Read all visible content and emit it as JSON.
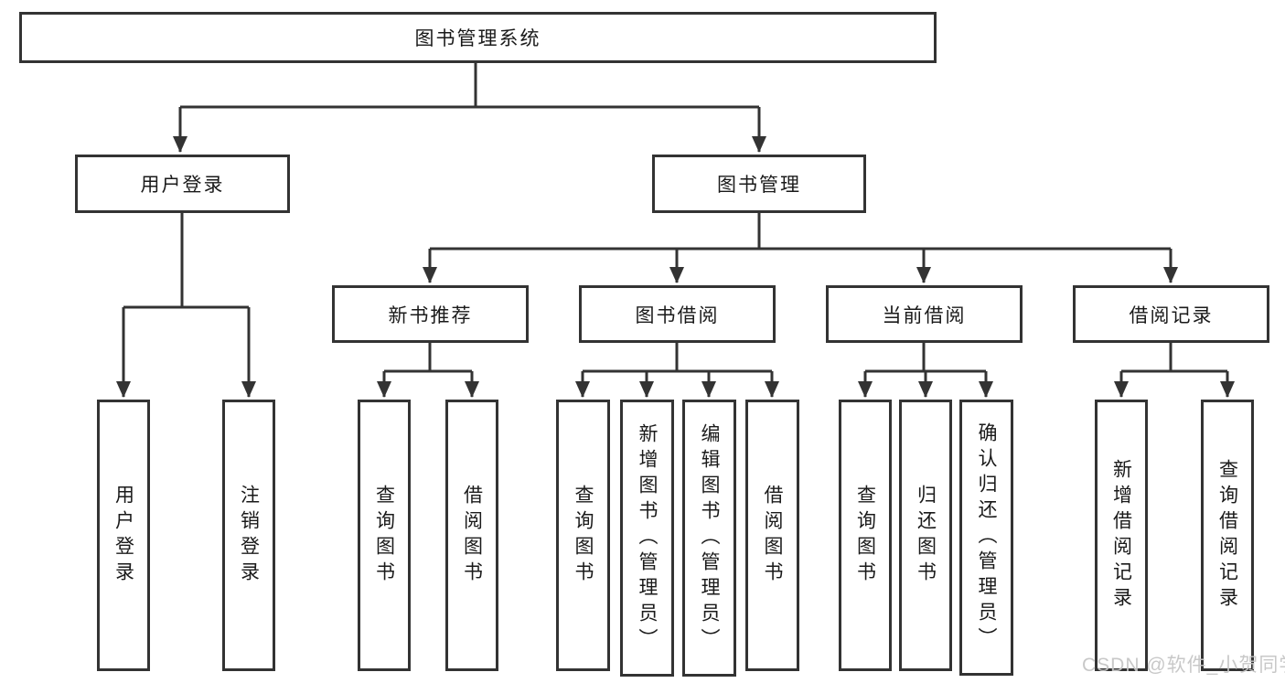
{
  "tree": {
    "root": {
      "label": "图书管理系统"
    },
    "level2": [
      {
        "label": "用户登录",
        "parent": "图书管理系统"
      },
      {
        "label": "图书管理",
        "parent": "图书管理系统"
      }
    ],
    "level3": [
      {
        "label": "新书推荐",
        "parent": "图书管理"
      },
      {
        "label": "图书借阅",
        "parent": "图书管理"
      },
      {
        "label": "当前借阅",
        "parent": "图书管理"
      },
      {
        "label": "借阅记录",
        "parent": "图书管理"
      }
    ],
    "leaves": [
      {
        "label": "用户登录",
        "parent": "用户登录"
      },
      {
        "label": "注销登录",
        "parent": "用户登录"
      },
      {
        "label": "查询图书",
        "parent": "新书推荐"
      },
      {
        "label": "借阅图书",
        "parent": "新书推荐"
      },
      {
        "label": "查询图书",
        "parent": "图书借阅"
      },
      {
        "label": "新增图书（管理员）",
        "parent": "图书借阅"
      },
      {
        "label": "编辑图书（管理员）",
        "parent": "图书借阅"
      },
      {
        "label": "借阅图书",
        "parent": "图书借阅"
      },
      {
        "label": "查询图书",
        "parent": "当前借阅"
      },
      {
        "label": "归还图书",
        "parent": "当前借阅"
      },
      {
        "label": "确认归还（管理员）",
        "parent": "当前借阅"
      },
      {
        "label": "新增借阅记录",
        "parent": "借阅记录"
      },
      {
        "label": "查询借阅记录",
        "parent": "借阅记录"
      }
    ]
  },
  "watermark": {
    "text": "CSDN @软件_小贺同学"
  },
  "colors": {
    "line": "#333333",
    "box_background": "#ffffff",
    "text": "#1a1a1a",
    "watermark": "#c6c6c6"
  }
}
